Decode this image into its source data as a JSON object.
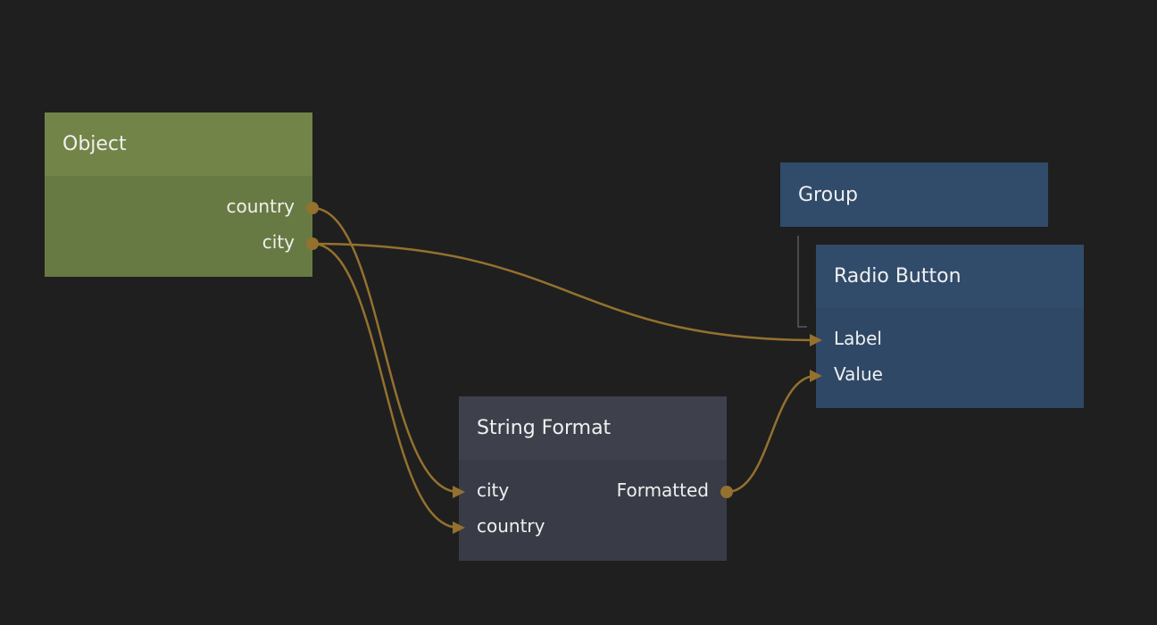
{
  "nodes": {
    "object": {
      "title": "Object",
      "outputs": [
        "country",
        "city"
      ]
    },
    "group": {
      "title": "Group"
    },
    "radio_button": {
      "title": "Radio Button",
      "inputs": [
        "Label",
        "Value"
      ]
    },
    "string_format": {
      "title": "String Format",
      "inputs": [
        "city",
        "country"
      ],
      "outputs": [
        "Formatted"
      ]
    }
  },
  "colors": {
    "background": "#1f1f1f",
    "wire": "#94712f",
    "object_node": "#728447",
    "ui_node": "#314b6a",
    "logic_node": "#3e414b",
    "hierarchy_line": "#5a5a5a"
  }
}
